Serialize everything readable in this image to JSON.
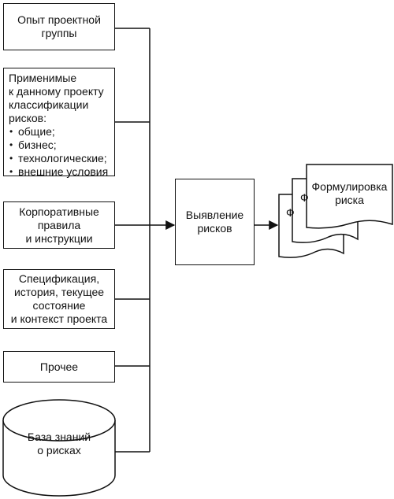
{
  "inputs": {
    "team_experience": [
      "Опыт проектной",
      "группы"
    ],
    "classifications": {
      "heading": [
        "Применимые",
        "к данному проекту",
        "классификации",
        "рисков:"
      ],
      "items": [
        "общие;",
        "бизнес;",
        "технологические;",
        "внешние условия"
      ]
    },
    "policies": [
      "Корпоративные",
      "правила",
      "и инструкции"
    ],
    "specs": [
      "Спецификация,",
      "история, текущее",
      "состояние",
      "и контекст проекта"
    ],
    "other": "Прочее",
    "knowledge_base": [
      "База знаний",
      "о рисках"
    ]
  },
  "process": [
    "Выявление",
    "рисков"
  ],
  "output": {
    "document_title": [
      "Формулировка",
      "риска"
    ],
    "back_fragment_1": "Ф",
    "back_fragment_2": "Ф"
  }
}
